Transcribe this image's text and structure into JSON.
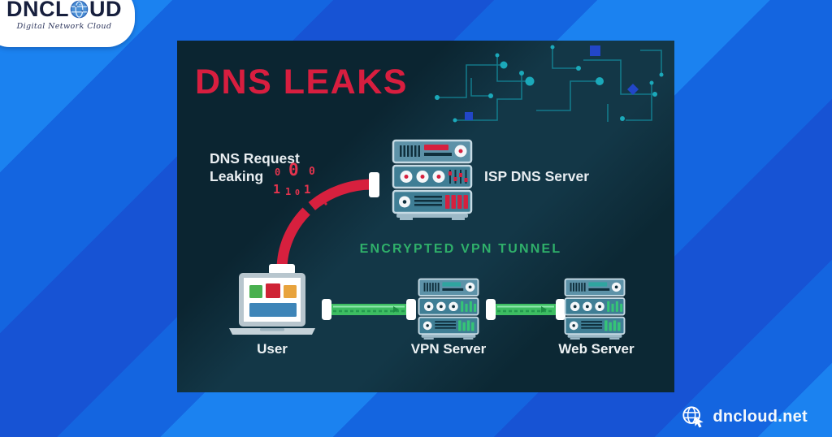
{
  "logo": {
    "brand_pre": "DNCL",
    "brand_post": "UD",
    "tagline": "Digital Network Cloud"
  },
  "watermark": {
    "site": "dncloud.net"
  },
  "diagram": {
    "title": "DNS LEAKS",
    "leak_label": "DNS Request Leaking",
    "isp_label": "ISP DNS Server",
    "tunnel_label": "ENCRYPTED VPN TUNNEL",
    "user_label": "User",
    "vpn_label": "VPN Server",
    "web_label": "Web Server",
    "binary_digits": [
      "0",
      "0",
      "0",
      "1",
      "1",
      "0",
      "1"
    ],
    "colors": {
      "accent_red": "#d7203e",
      "accent_green": "#35c576",
      "tunnel_text_green": "#2fb06a",
      "card_bg": "#0c2834",
      "background_blue": "#1568e4",
      "title_red": "#d81e3f"
    }
  }
}
